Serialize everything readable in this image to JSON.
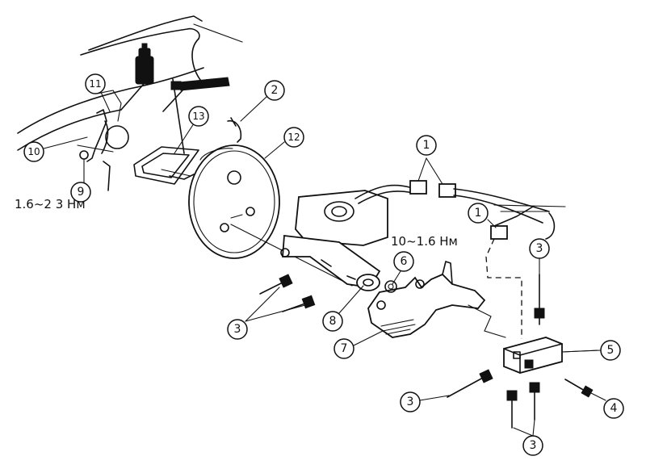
{
  "callouts": [
    {
      "id": "c1a",
      "num": "1"
    },
    {
      "id": "c1b",
      "num": "1"
    },
    {
      "id": "c2",
      "num": "2"
    },
    {
      "id": "c3a",
      "num": "3"
    },
    {
      "id": "c3b",
      "num": "3"
    },
    {
      "id": "c3c",
      "num": "3"
    },
    {
      "id": "c3d",
      "num": "3"
    },
    {
      "id": "c4",
      "num": "4"
    },
    {
      "id": "c5",
      "num": "5"
    },
    {
      "id": "c6",
      "num": "6"
    },
    {
      "id": "c7",
      "num": "7"
    },
    {
      "id": "c8",
      "num": "8"
    },
    {
      "id": "c9",
      "num": "9"
    },
    {
      "id": "c10",
      "num": "10"
    },
    {
      "id": "c11",
      "num": "11"
    },
    {
      "id": "c12",
      "num": "12"
    },
    {
      "id": "c13",
      "num": "13"
    }
  ],
  "torque_labels": {
    "booster_nuts": "1.6~2 3 Hм",
    "master_cylinder_nuts": "10~1.6 Hм"
  }
}
